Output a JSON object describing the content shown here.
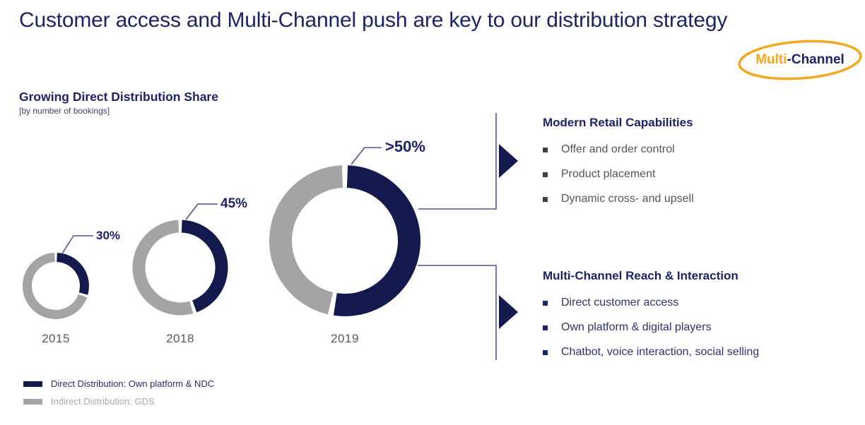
{
  "slide": {
    "title": "Customer access and Multi-Channel push are key to our distribution strategy",
    "badge_part1": "Multi",
    "badge_part2": "-Channel"
  },
  "colors": {
    "navy_dark": "#141a4e",
    "navy_text": "#1d2368",
    "gray_arc": "#a4a4a4",
    "gray_text": "#54555b",
    "orange": "#f5a71f",
    "connector_line": "#4c5490"
  },
  "chart_data": {
    "type": "pie",
    "subtype": "donut_multiples",
    "title": "Growing Direct Distribution Share",
    "subtitle": "[by number of bookings]",
    "categories": [
      "2015",
      "2018",
      "2019"
    ],
    "series": [
      {
        "name": "Direct Distribution: Own platform & NDC",
        "color": "#141a4e",
        "values_pct": [
          30,
          45,
          53
        ],
        "data_labels": [
          "30%",
          "45%",
          ">50%"
        ]
      },
      {
        "name": "Indirect Distribution: GDS",
        "color": "#a4a4a4",
        "values_pct": [
          70,
          55,
          47
        ]
      }
    ],
    "layout_hints": {
      "donut_size_grows_by_year": true,
      "start_angle_deg": 0,
      "direction": "clockwise",
      "legend_position": "bottom-left"
    }
  },
  "panels": [
    {
      "heading": "Modern Retail Capabilities",
      "items": [
        "Offer and order control",
        "Product placement",
        "Dynamic cross- and upsell"
      ]
    },
    {
      "heading": "Multi-Channel Reach & Interaction",
      "items": [
        "Direct customer access",
        "Own platform & digital players",
        "Chatbot, voice interaction, social selling"
      ]
    }
  ]
}
